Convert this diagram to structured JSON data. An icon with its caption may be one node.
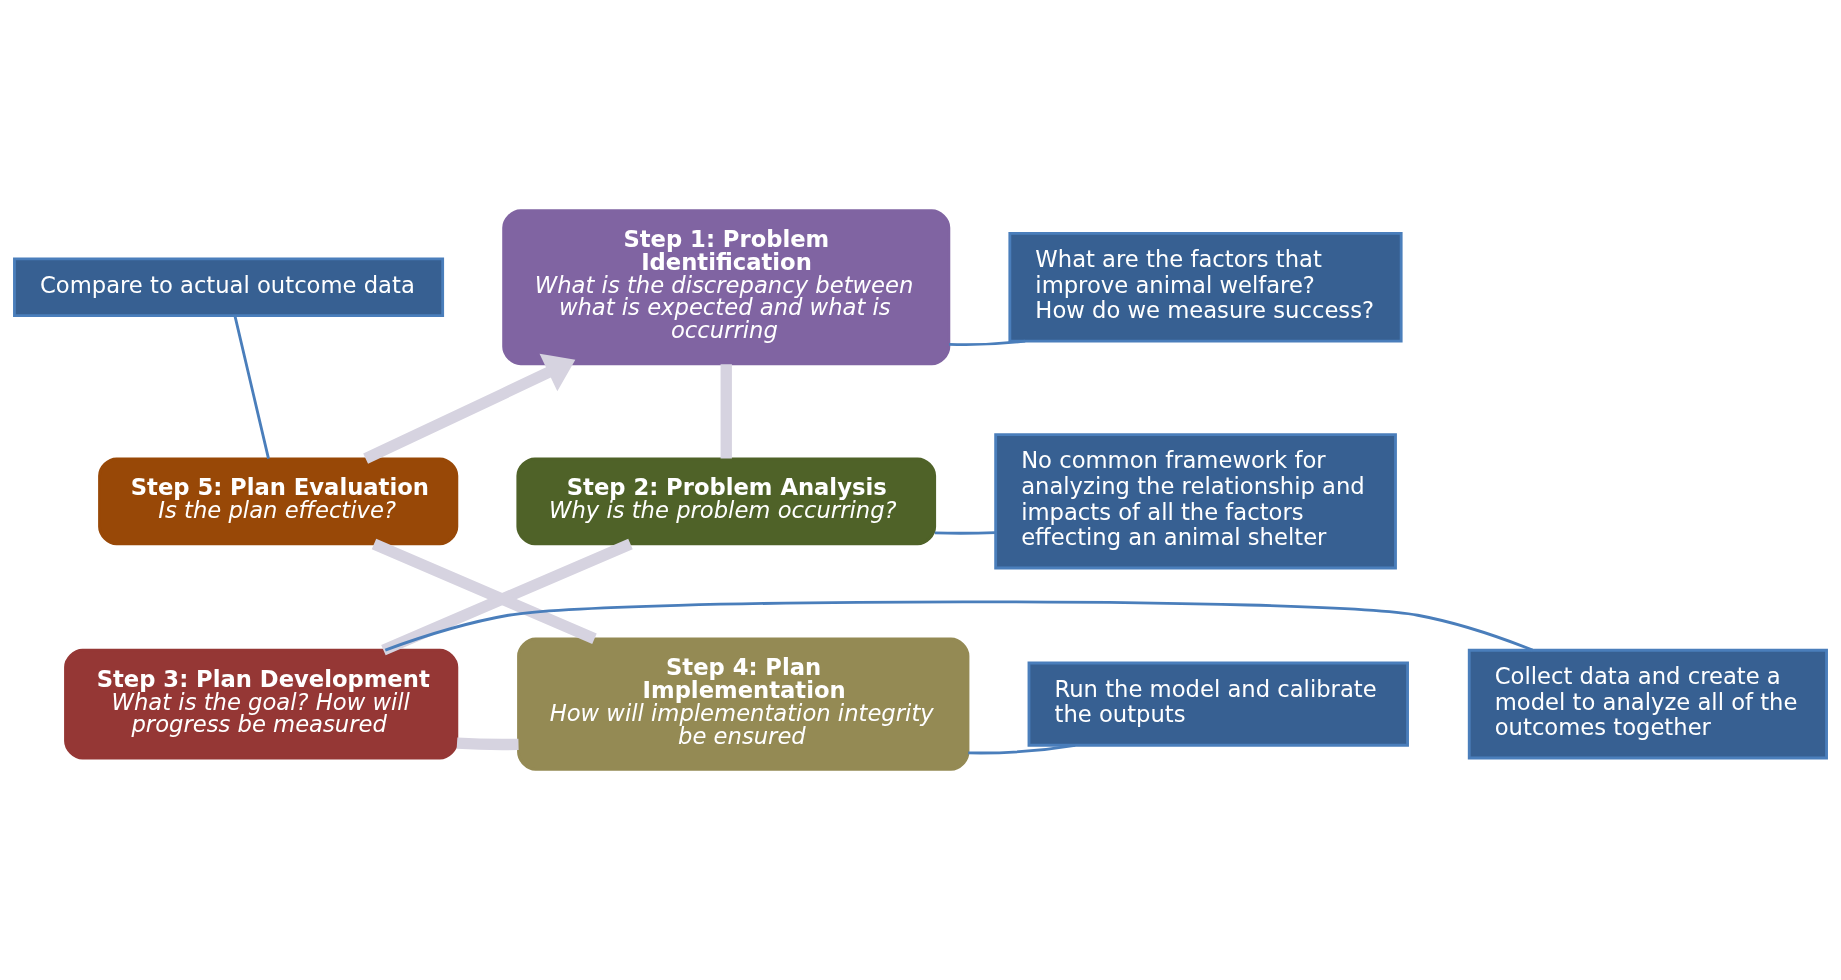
{
  "diagram": {
    "nodes": [
      {
        "text": [
          "Step 1: Problem Identification",
          "What is the discrepancy between what is expected and what is occurring"
        ]
      },
      {
        "text": [
          "Step 2: Problem Analysis",
          "Why is the problem occurring?"
        ]
      },
      {
        "text": [
          "Step 3: Plan Development",
          "What is the goal? How will progress be measured"
        ]
      },
      {
        "text": [
          "Step 4: Plan Implementation",
          "How will implementation integrity be ensured"
        ]
      },
      {
        "text": [
          "Step 5: Plan Evaluation",
          "Is the plan effective?"
        ]
      },
      {
        "text": [
          "What are the factors that improve animal welfare?",
          "How do we measure success?"
        ]
      },
      {
        "text": [
          "No common framework for analyzing the relationship and impacts of all the factors effecting an animal shelter"
        ]
      },
      {
        "text": [
          "Collect data and create a model to analyze all of the outcomes together"
        ]
      },
      {
        "text": [
          "Run the model and calibrate the outputs"
        ]
      },
      {
        "text": [
          "Compare to actual outcome data"
        ]
      }
    ],
    "edges": [
      {
        "from": 0,
        "to": 1,
        "arrow": "none",
        "style": "thick",
        "color": "#d6d3e0"
      },
      {
        "from": 1,
        "to": 2,
        "arrow": "none",
        "style": "thick",
        "color": "#d6d3e0"
      },
      {
        "from": 2,
        "to": 3,
        "arrow": "none",
        "style": "thick",
        "color": "#d6d3e0"
      },
      {
        "from": 3,
        "to": 4,
        "arrow": "none",
        "style": "thick",
        "color": "#d6d3e0"
      },
      {
        "from": 4,
        "to": 0,
        "arrow": "to",
        "style": "thick",
        "color": "#d6d3e0"
      },
      {
        "from": 5,
        "to": 0,
        "arrow": "none",
        "color": "#4a7ebb"
      },
      {
        "from": 6,
        "to": 1,
        "arrow": "none",
        "color": "#4a7ebb"
      },
      {
        "from": 7,
        "to": 2,
        "arrow": "none",
        "color": "#4a7ebb"
      },
      {
        "from": 8,
        "to": 3,
        "arrow": "none",
        "color": "#4a7ebb"
      },
      {
        "from": 9,
        "to": 4,
        "arrow": "none",
        "color": "#4a7ebb"
      }
    ]
  }
}
